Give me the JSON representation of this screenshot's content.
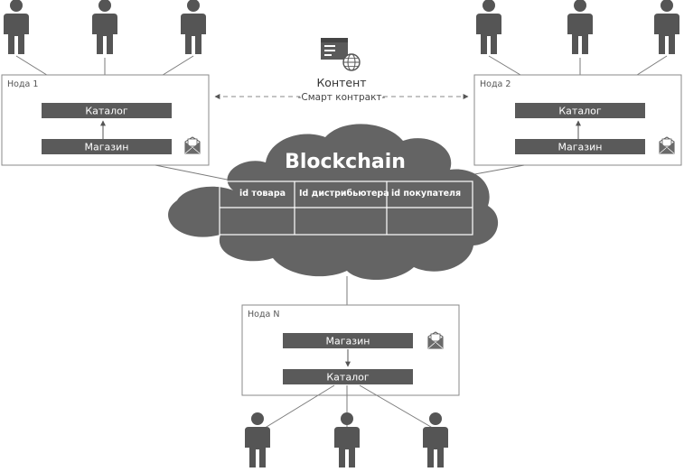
{
  "blockchain": {
    "title": "Blockchain",
    "columns": [
      "id товара",
      "Id дистрибьютера",
      "id покупателя"
    ]
  },
  "content": {
    "title": "Контент",
    "smart_contract": "-Смарт контракт-"
  },
  "nodes": [
    {
      "label": "Нода 1",
      "catalog": "Каталог",
      "shop": "Магазин"
    },
    {
      "label": "Нода 2",
      "catalog": "Каталог",
      "shop": "Магазин"
    },
    {
      "label": "Нода N",
      "catalog": "Каталог",
      "shop": "Магазин"
    }
  ],
  "icons": {
    "user": "person-icon",
    "mail": "mail-icon",
    "content": "web-content-icon"
  },
  "colors": {
    "dark": "#5a5a5a",
    "cloud": "#646464",
    "border": "#8a8a8a"
  }
}
